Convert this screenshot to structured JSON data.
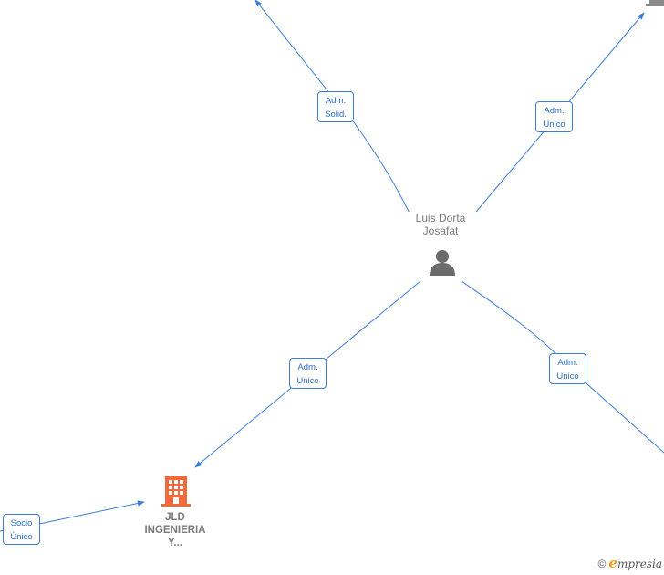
{
  "colors": {
    "edge": "#3b7dd8",
    "person_icon": "#6b6b6b",
    "company_icon": "#f26a3a",
    "other_company_icon": "#8a8a8a",
    "brand_accent": "#f29a1f"
  },
  "nodes": {
    "person": {
      "name_line1": "Luis Dorta",
      "name_line2": "Josafat",
      "icon": "person-icon"
    },
    "company": {
      "name_line1": "JLD",
      "name_line2": "INGENIERIA",
      "name_line3": "Y...",
      "icon": "building-icon"
    },
    "other_company": {
      "icon": "building-icon"
    }
  },
  "edges": [
    {
      "id": "adm-solid-top-left",
      "line1": "Adm.",
      "line2": "Solid."
    },
    {
      "id": "adm-unico-top-right",
      "line1": "Adm.",
      "line2": "Unico"
    },
    {
      "id": "adm-unico-to-company",
      "line1": "Adm.",
      "line2": "Unico"
    },
    {
      "id": "adm-unico-bottom-right",
      "line1": "Adm.",
      "line2": "Unico"
    },
    {
      "id": "socio-unico-to-company",
      "line1": "Socio",
      "line2": "Único"
    }
  ],
  "footer": {
    "copyright_symbol": "©",
    "brand_initial": "e",
    "brand_rest": "mpresia"
  }
}
